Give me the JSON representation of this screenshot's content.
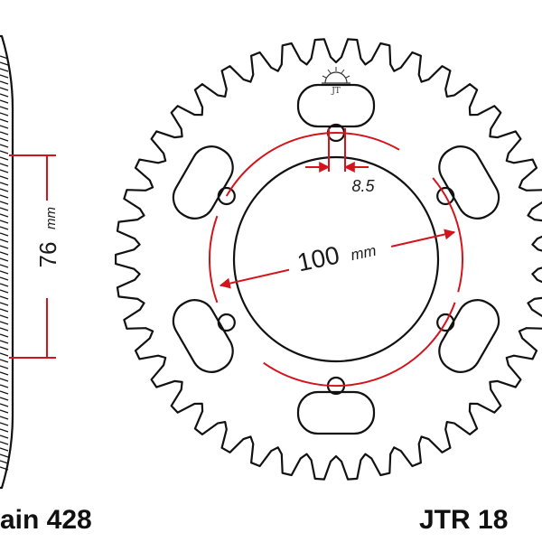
{
  "colors": {
    "outline": "#111111",
    "dimension": "#d4141c",
    "background": "#ffffff"
  },
  "sprocket": {
    "teeth": 42,
    "bolt_holes": 6,
    "lightening_slots": 6
  },
  "dimensions": {
    "side_height_value": "76",
    "side_height_unit": "mm",
    "pcd_value": "100",
    "pcd_unit": "mm",
    "bolt_hole_value": "8.5"
  },
  "labels": {
    "chain": "ain 428",
    "part_number": "JTR 18"
  },
  "logo": {
    "name": "jt-sun-logo-icon"
  }
}
